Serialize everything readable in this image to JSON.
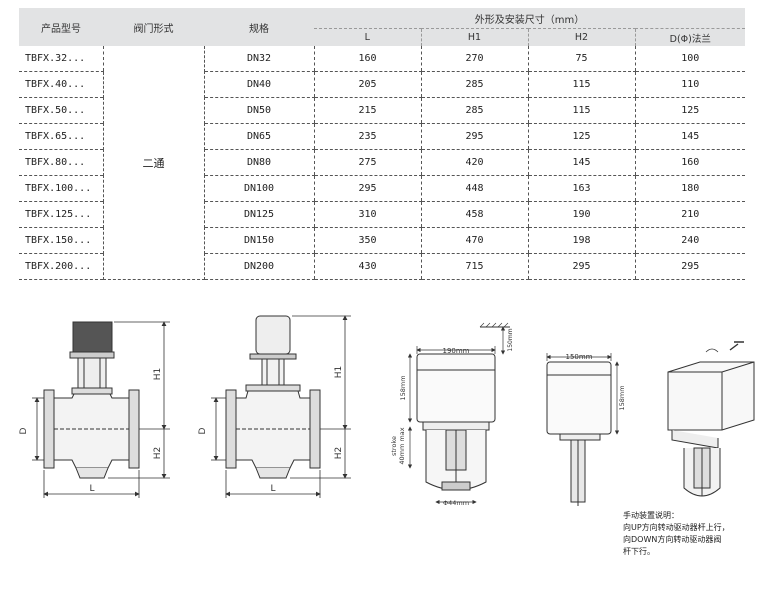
{
  "table": {
    "headers": {
      "model": "产品型号",
      "valve_type": "阀门形式",
      "spec": "规格",
      "dims": "外形及安装尺寸（mm）",
      "L": "L",
      "H1": "H1",
      "H2": "H2",
      "D": "D(Φ)法兰"
    },
    "valve_type_value": "二通",
    "rows": [
      {
        "model": "TBFX.32...",
        "spec": "DN32",
        "L": "160",
        "H1": "270",
        "H2": "75",
        "D": "100"
      },
      {
        "model": "TBFX.40...",
        "spec": "DN40",
        "L": "205",
        "H1": "285",
        "H2": "115",
        "D": "110"
      },
      {
        "model": "TBFX.50...",
        "spec": "DN50",
        "L": "215",
        "H1": "285",
        "H2": "115",
        "D": "125"
      },
      {
        "model": "TBFX.65...",
        "spec": "DN65",
        "L": "235",
        "H1": "295",
        "H2": "125",
        "D": "145"
      },
      {
        "model": "TBFX.80...",
        "spec": "DN80",
        "L": "275",
        "H1": "420",
        "H2": "145",
        "D": "160"
      },
      {
        "model": "TBFX.100...",
        "spec": "DN100",
        "L": "295",
        "H1": "448",
        "H2": "163",
        "D": "180"
      },
      {
        "model": "TBFX.125...",
        "spec": "DN125",
        "L": "310",
        "H1": "458",
        "H2": "190",
        "D": "210"
      },
      {
        "model": "TBFX.150...",
        "spec": "DN150",
        "L": "350",
        "H1": "470",
        "H2": "198",
        "D": "240"
      },
      {
        "model": "TBFX.200...",
        "spec": "DN200",
        "L": "430",
        "H1": "715",
        "H2": "295",
        "D": "295"
      }
    ]
  },
  "drawings": {
    "label_D": "D",
    "label_L": "L",
    "label_H1": "H1",
    "label_H2": "H2",
    "width_190": "190mm",
    "gap_150": "150mm",
    "height_158": "158mm",
    "stroke": "stroke",
    "stroke_max": "40mm max",
    "base_44": "Φ44mm",
    "width_150": "150mm"
  },
  "manual_note": {
    "title": "手动装置说明：",
    "line1": "向UP方向转动驱动器杆上行，",
    "line2": "向DOWN方向转动驱动器阀",
    "line3": "杆下行。"
  }
}
